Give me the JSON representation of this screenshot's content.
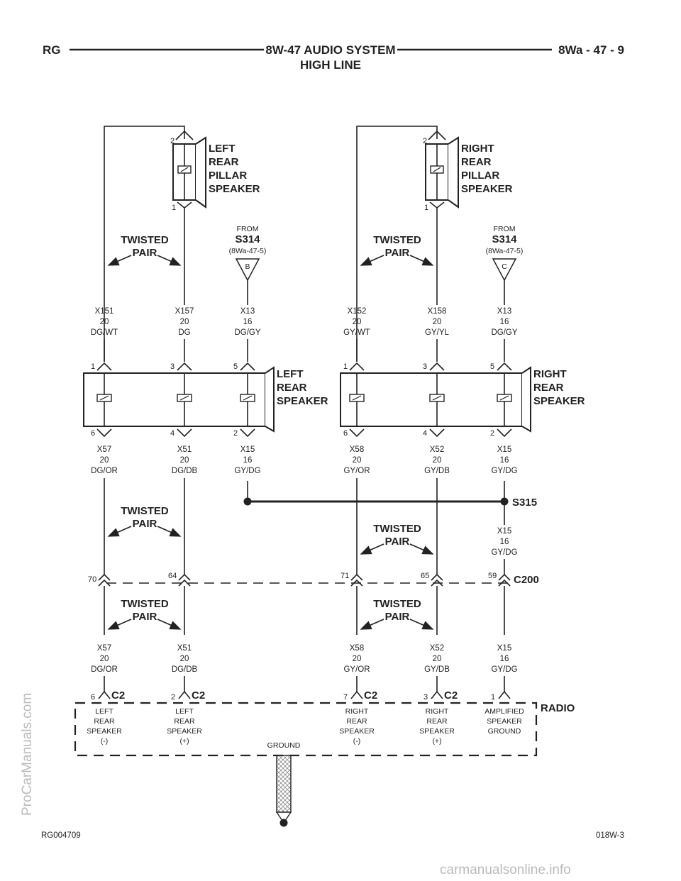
{
  "header": {
    "left": "RG",
    "title_line1": "8W-47 AUDIO SYSTEM",
    "title_line2": "HIGH LINE",
    "right": "8Wa - 47 - 9"
  },
  "footer": {
    "left": "RG004709",
    "right": "018W-3"
  },
  "watermarks": {
    "left": "ProCarManuals.com",
    "bottom": "carmanualsonline.info"
  },
  "components": {
    "left_pillar": [
      "LEFT",
      "REAR",
      "PILLAR",
      "SPEAKER"
    ],
    "right_pillar": [
      "RIGHT",
      "REAR",
      "PILLAR",
      "SPEAKER"
    ],
    "left_rear": [
      "LEFT",
      "REAR",
      "SPEAKER"
    ],
    "right_rear": [
      "RIGHT",
      "REAR",
      "SPEAKER"
    ],
    "radio": "RADIO"
  },
  "twisted_pair": [
    "TWISTED",
    "PAIR"
  ],
  "from_left": {
    "from": "FROM",
    "splice": "S314",
    "ref": "(8Wa-47-5)",
    "tag": "B"
  },
  "from_right": {
    "from": "FROM",
    "splice": "S314",
    "ref": "(8Wa-47-5)",
    "tag": "C"
  },
  "splice_s315": "S315",
  "connector_c200": "C200",
  "connector_c2": "C2",
  "ground_label": "GROUND",
  "pillar_pins": {
    "top": "2",
    "bottom": "1"
  },
  "wires_upper": [
    [
      "X151",
      "20",
      "DG/WT"
    ],
    [
      "X157",
      "20",
      "DG"
    ],
    [
      "X13",
      "16",
      "DG/GY"
    ],
    [
      "X152",
      "20",
      "GY/WT"
    ],
    [
      "X158",
      "20",
      "GY/YL"
    ],
    [
      "X13",
      "16",
      "DG/GY"
    ]
  ],
  "speaker_pins_top": [
    "1",
    "3",
    "5",
    "1",
    "3",
    "5"
  ],
  "speaker_pins_bottom": [
    "6",
    "4",
    "2",
    "6",
    "4",
    "2"
  ],
  "wires_middle": [
    [
      "X57",
      "20",
      "DG/OR"
    ],
    [
      "X51",
      "20",
      "DG/DB"
    ],
    [
      "X15",
      "16",
      "GY/DG"
    ],
    [
      "X58",
      "20",
      "GY/OR"
    ],
    [
      "X52",
      "20",
      "GY/DB"
    ],
    [
      "X15",
      "16",
      "GY/DG"
    ]
  ],
  "wire_s315_c200": [
    "X15",
    "16",
    "GY/DG"
  ],
  "c200_pins": [
    "70",
    "64",
    "71",
    "65",
    "59"
  ],
  "wires_lower": [
    [
      "X57",
      "20",
      "DG/OR"
    ],
    [
      "X51",
      "20",
      "DG/DB"
    ],
    [
      "X58",
      "20",
      "GY/OR"
    ],
    [
      "X52",
      "20",
      "GY/DB"
    ],
    [
      "X15",
      "16",
      "GY/DG"
    ]
  ],
  "radio_pins": [
    "6",
    "2",
    "7",
    "3",
    "1"
  ],
  "radio_terminals": [
    [
      "LEFT",
      "REAR",
      "SPEAKER",
      "(-)"
    ],
    [
      "LEFT",
      "REAR",
      "SPEAKER",
      "(+)"
    ],
    [
      "RIGHT",
      "REAR",
      "SPEAKER",
      "(-)"
    ],
    [
      "RIGHT",
      "REAR",
      "SPEAKER",
      "(+)"
    ],
    [
      "AMPLIFIED",
      "SPEAKER",
      "GROUND"
    ]
  ]
}
